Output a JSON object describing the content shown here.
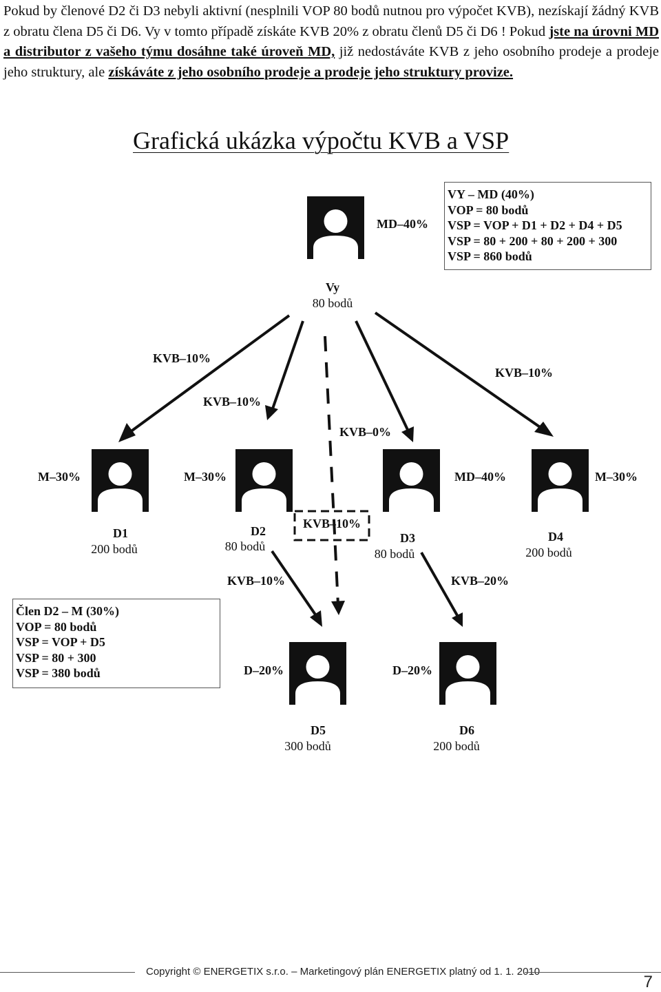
{
  "intro": {
    "p1": "Pokud by členové D2 či D3 nebyli aktivní (nesplnili VOP 80 bodů nutnou pro výpočet KVB), nezískají žádný KVB z obratu člena D5 či D6. Vy v tomto případě získáte KVB 20% z obratu členů D5 či D6 ! Pokud ",
    "u1": "jste na úrovni MD a distributor z vašeho týmu dosáhne také úroveň MD,",
    "p2": " již nedostáváte KVB z jeho osobního prodeje a prodeje jeho struktury, ale ",
    "u2": "získáváte z jeho osobního prodeje a prodeje jeho struktury provize."
  },
  "title": "Grafická ukázka výpočtu KVB a VSP",
  "top_box": {
    "lines": [
      "VY – MD (40%)",
      "VOP = 80 bodů",
      "VSP = VOP + D1 + D2 + D4 + D5",
      "VSP = 80 + 200 + 80 + 200 + 300",
      "VSP = 860 bodů"
    ]
  },
  "left_box": {
    "lines": [
      "Člen D2 – M (30%)",
      "VOP = 80 bodů",
      "VSP = VOP + D5",
      "VSP = 80 + 300",
      "VSP = 380 bodů"
    ]
  },
  "nodes": {
    "vy": {
      "level": "MD–40%",
      "name": "Vy",
      "points": "80 bodů"
    },
    "d1": {
      "level": "M–30%",
      "name": "D1",
      "points": "200 bodů"
    },
    "d2": {
      "level": "M–30%",
      "name": "D2",
      "points": "80 bodů"
    },
    "d3": {
      "level": "MD–40%",
      "name": "D3",
      "points": "80 bodů"
    },
    "d4": {
      "level": "M–30%",
      "name": "D4",
      "points": "200 bodů"
    },
    "d5": {
      "level": "D–20%",
      "name": "D5",
      "points": "300 bodů"
    },
    "d6": {
      "level": "D–20%",
      "name": "D6",
      "points": "200 bodů"
    }
  },
  "edge_labels": {
    "vy_d1": "KVB–10%",
    "vy_d4": "KVB–10%",
    "vy_d2": "KVB–10%",
    "vy_d3": "KVB–0%",
    "vy_d5_dashed": "KVB–10%",
    "d2_d5": "KVB–10%",
    "d3_d6": "KVB–20%"
  },
  "footer": {
    "text": "Copyright © ENERGETIX s.r.o. – Marketingový plán ENERGETIX platný od  1. 1. 2010",
    "page": "7"
  },
  "colors": {
    "ink": "#111111",
    "box_border": "#555555"
  }
}
